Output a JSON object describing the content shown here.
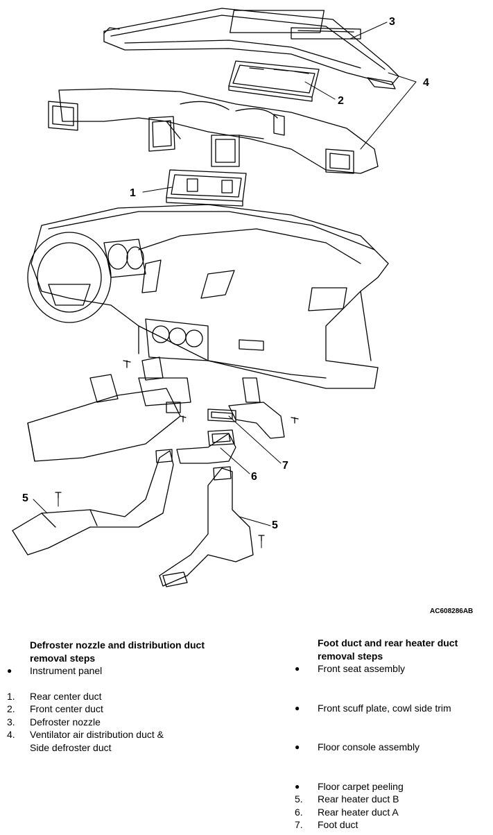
{
  "figure": {
    "code": "AC608286AB",
    "callouts": [
      "1",
      "2",
      "3",
      "4",
      "5",
      "6",
      "7"
    ]
  },
  "left_column": {
    "heading": "Defroster nozzle and distribution duct removal steps",
    "bullet_item": "Instrument panel",
    "steps": [
      {
        "n": "1.",
        "text": "Rear center duct"
      },
      {
        "n": "2.",
        "text": "Front center duct"
      },
      {
        "n": "3.",
        "text": "Defroster nozzle"
      },
      {
        "n": "4.",
        "text": "Ventilator air distribution duct &"
      },
      {
        "n": "",
        "text": "Side defroster duct"
      }
    ]
  },
  "right_column": {
    "heading": "Foot duct and rear heater duct removal steps",
    "bullet_items": [
      "Front seat assembly",
      "Front scuff plate, cowl side trim",
      "Floor console assembly",
      "Floor carpet peeling"
    ],
    "steps": [
      {
        "n": "5.",
        "text": "Rear heater duct B"
      },
      {
        "n": "6.",
        "text": "Rear heater duct A"
      },
      {
        "n": "7.",
        "text": "Foot duct"
      }
    ]
  }
}
